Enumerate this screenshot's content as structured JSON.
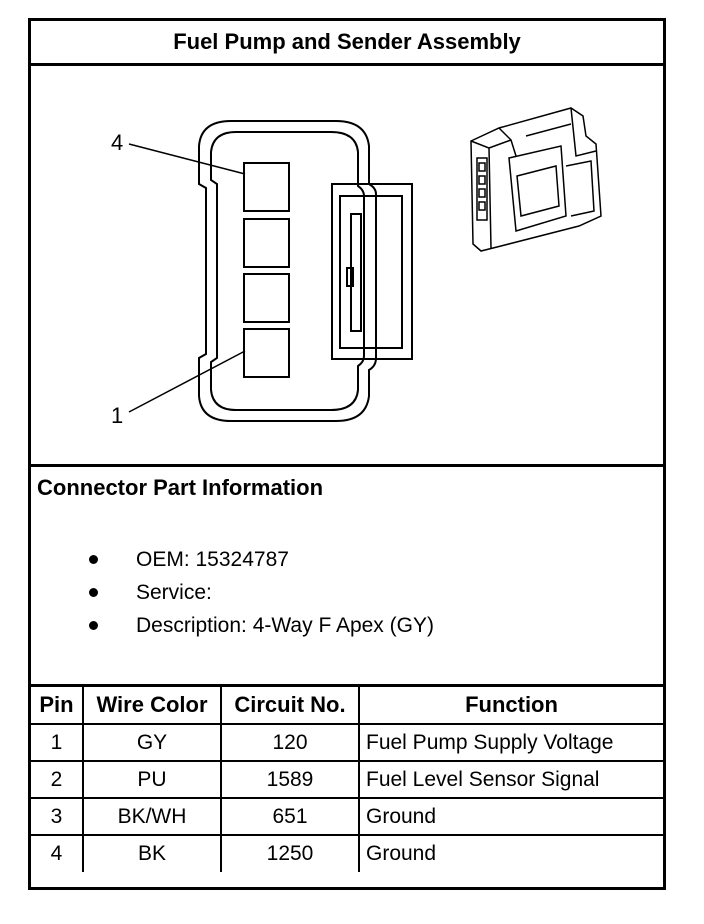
{
  "title": "Fuel Pump and Sender Assembly",
  "diagram": {
    "pin_callouts": [
      "4",
      "1"
    ]
  },
  "connector_info": {
    "heading": "Connector Part Information",
    "items": [
      "OEM: 15324787",
      "Service:",
      "Description: 4-Way F Apex (GY)"
    ]
  },
  "pin_table": {
    "headers": [
      "Pin",
      "Wire Color",
      "Circuit No.",
      "Function"
    ],
    "rows": [
      {
        "pin": "1",
        "wire_color": "GY",
        "circuit": "120",
        "function": "Fuel Pump Supply Voltage"
      },
      {
        "pin": "2",
        "wire_color": "PU",
        "circuit": "1589",
        "function": "Fuel Level Sensor Signal"
      },
      {
        "pin": "3",
        "wire_color": "BK/WH",
        "circuit": "651",
        "function": "Ground"
      },
      {
        "pin": "4",
        "wire_color": "BK",
        "circuit": "1250",
        "function": "Ground"
      }
    ]
  }
}
